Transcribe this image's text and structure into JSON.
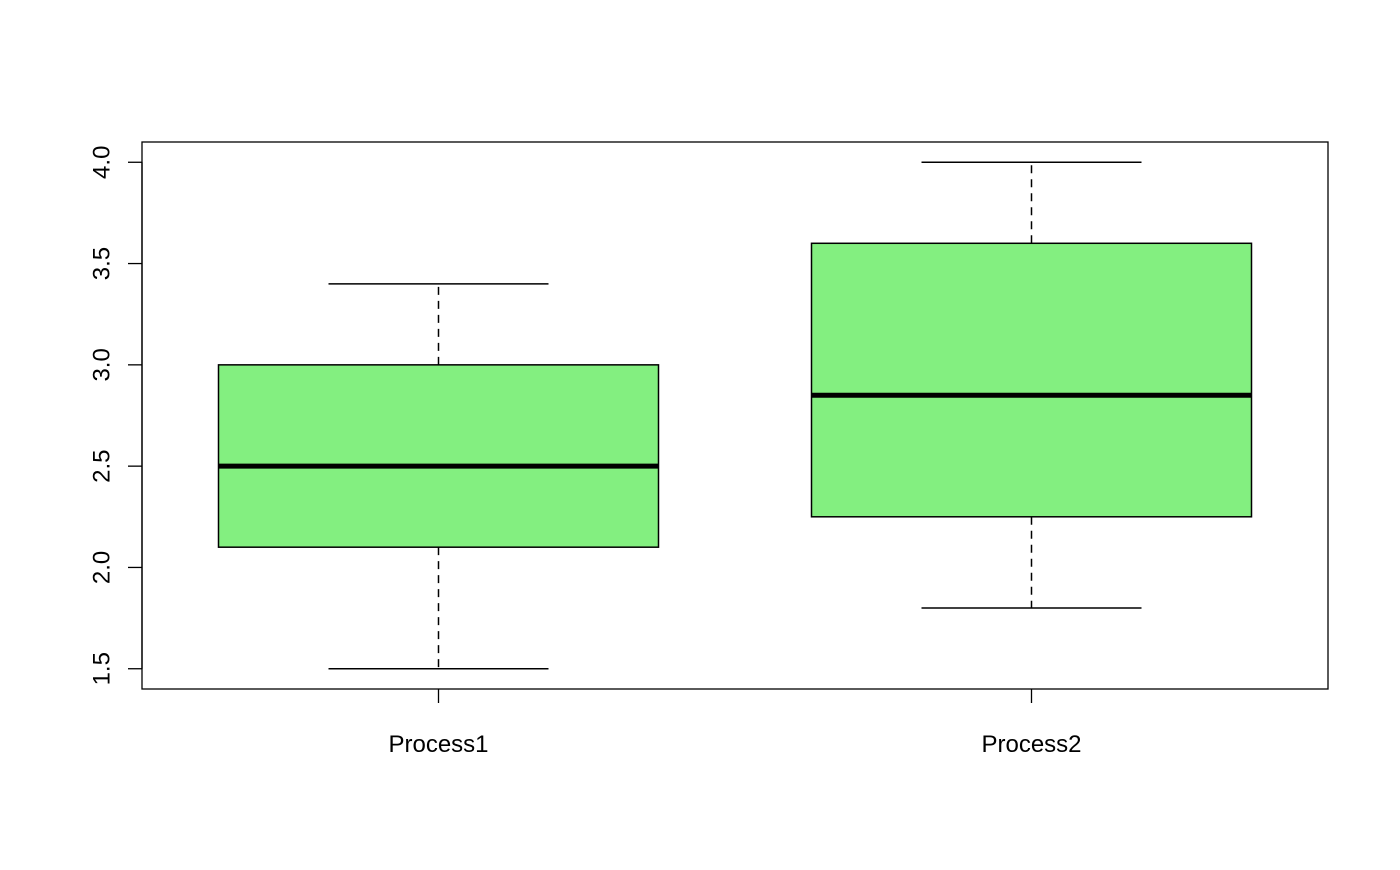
{
  "chart_data": {
    "type": "box",
    "title": "",
    "xlabel": "",
    "ylabel": "",
    "ylim": [
      1.4,
      4.1
    ],
    "y_ticks": [
      "1.5",
      "2.0",
      "2.5",
      "3.0",
      "3.5",
      "4.0"
    ],
    "categories": [
      "Process1",
      "Process2"
    ],
    "boxes": [
      {
        "category": "Process1",
        "min": 1.5,
        "q1": 2.1,
        "median": 2.5,
        "q3": 3.0,
        "max": 3.4
      },
      {
        "category": "Process2",
        "min": 1.8,
        "q1": 2.25,
        "median": 2.85,
        "q3": 3.6,
        "max": 4.0
      }
    ],
    "box_fill": "#83ef80",
    "line_color": "#000000",
    "grid": false,
    "legend": "none"
  }
}
